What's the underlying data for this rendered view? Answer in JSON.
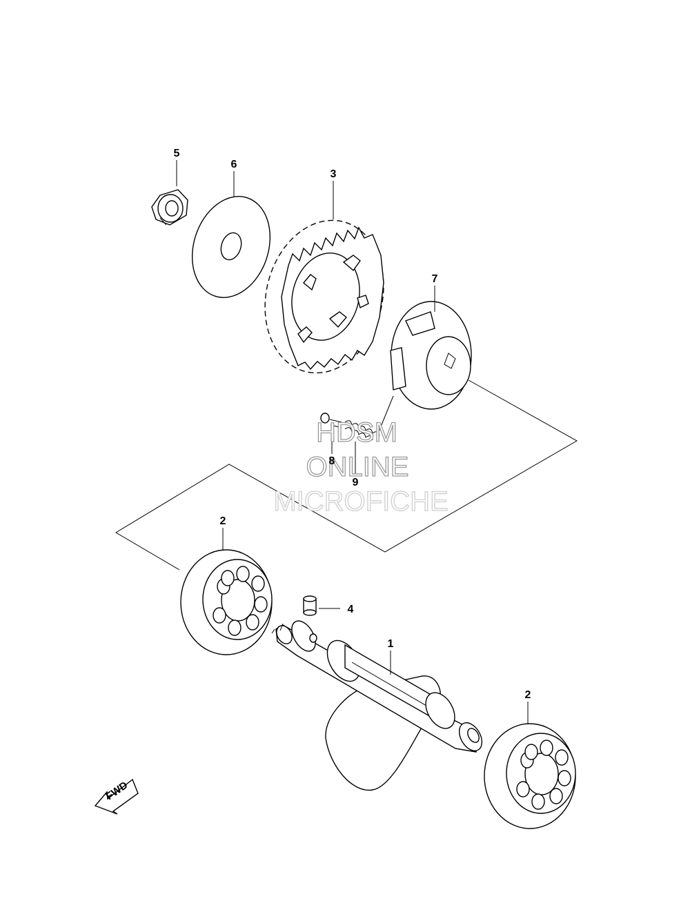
{
  "callouts": {
    "c1": "1",
    "c2a": "2",
    "c2b": "2",
    "c3": "3",
    "c4": "4",
    "c5": "5",
    "c6": "6",
    "c7": "7",
    "c8": "8",
    "c9": "9"
  },
  "watermark": {
    "line1": "HDSM",
    "line2": "ONLINE",
    "line3": "MICROFICHE"
  },
  "direction_label": "FWD",
  "colors": {
    "line": "#000000",
    "watermark": "#9a9a9a",
    "background": "#ffffff"
  }
}
